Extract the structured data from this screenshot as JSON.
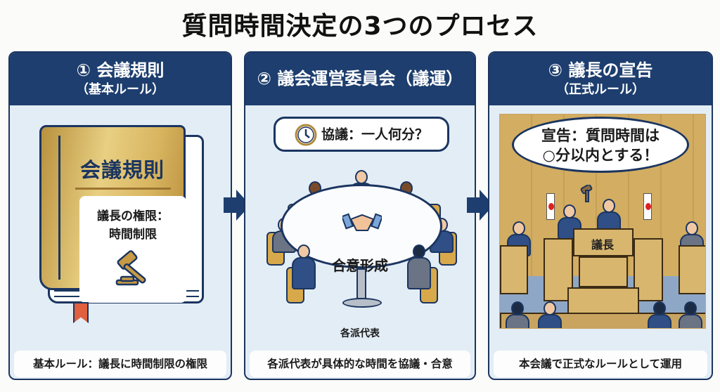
{
  "title": "質問時間決定の3つのプロセス",
  "colors": {
    "header_navy": "#1d3e6e",
    "panel_bg": "#e3edf6",
    "gold": "#d8b560",
    "accent_red": "#e0603f"
  },
  "panels": [
    {
      "number": "①",
      "title": "① 会議規則",
      "subtitle": "（基本ルール）",
      "illustration": {
        "type": "book-icon",
        "book_title": "会議規則",
        "card_line1": "議長の権限：",
        "card_line2": "時間制限",
        "icon": "gavel-icon"
      },
      "caption": "基本ルール：議長に時間制限の権限"
    },
    {
      "number": "②",
      "title": "② 議会運営委員会（議運）",
      "subtitle": "",
      "illustration": {
        "type": "meeting-table",
        "bubble_text": "協議：一人何分？",
        "bubble_icon": "clock-icon",
        "center_icon": "handshake-icon",
        "center_label": "合意形成",
        "bottom_label": "各派代表"
      },
      "caption": "各派代表が具体的な時間を協議・合意"
    },
    {
      "number": "③",
      "title": "③ 議長の宣告",
      "subtitle": "（正式ルール）",
      "illustration": {
        "type": "assembly-chamber",
        "bubble_line1": "宣告：質問時間は",
        "bubble_line2": "○分以内とする！",
        "podium_label": "議長"
      },
      "caption": "本会議で正式なルールとして運用"
    }
  ],
  "arrows": [
    "arrow-right",
    "arrow-right"
  ]
}
